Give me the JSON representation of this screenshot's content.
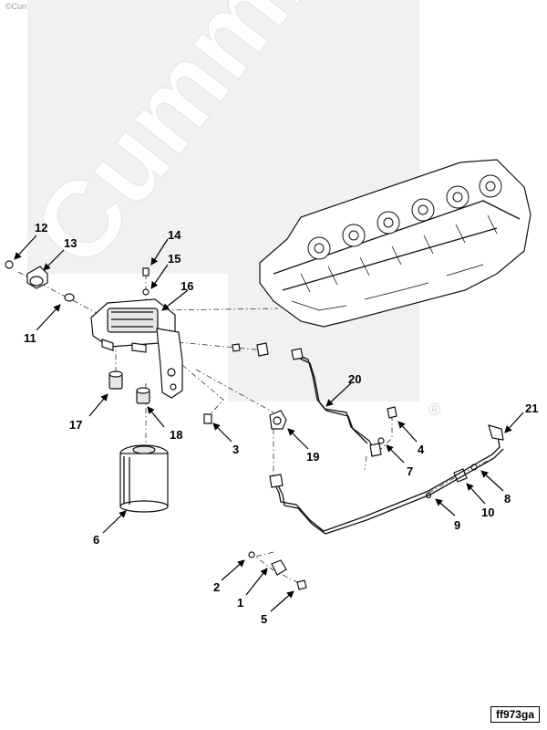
{
  "copyright": "©Cummins Inc",
  "watermark": {
    "logo_text": "Cummins",
    "registered_mark": "®"
  },
  "figure_id": "ff973ga",
  "callouts": [
    "1",
    "2",
    "3",
    "4",
    "5",
    "6",
    "7",
    "8",
    "9",
    "10",
    "11",
    "12",
    "13",
    "14",
    "15",
    "16",
    "17",
    "18",
    "19",
    "20",
    "21"
  ],
  "colors": {
    "ink": "#000000",
    "watermark": "#f0f0f0",
    "background": "#ffffff"
  }
}
